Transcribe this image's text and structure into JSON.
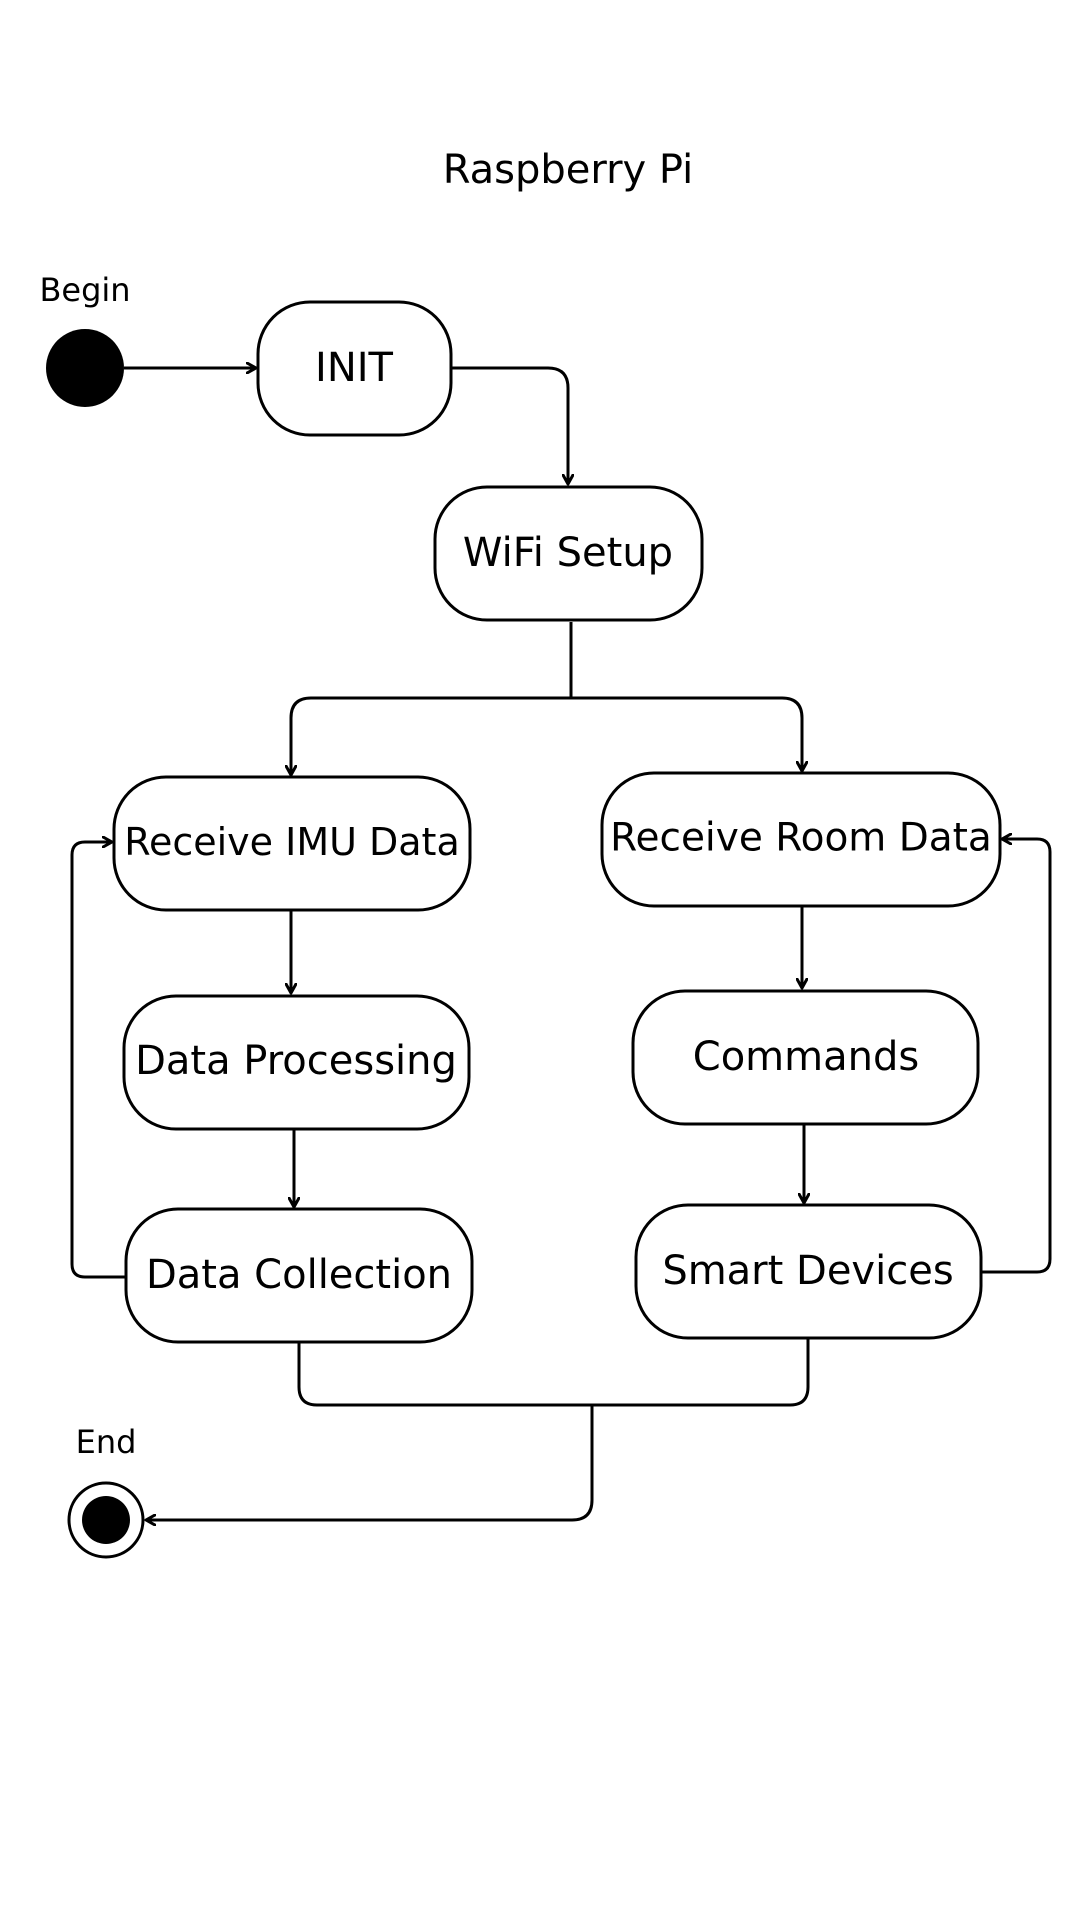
{
  "title": "Raspberry Pi",
  "start_label": "Begin",
  "end_label": "End",
  "states": {
    "init": "INIT",
    "wifi_setup": "WiFi Setup",
    "receive_imu": "Receive IMU Data",
    "data_processing": "Data Processing",
    "data_collection": "Data Collection",
    "receive_room": "Receive Room Data",
    "commands": "Commands",
    "smart_devices": "Smart Devices"
  },
  "colors": {
    "stroke": "#000000",
    "fill": "#ffffff",
    "marker": "#000000"
  }
}
